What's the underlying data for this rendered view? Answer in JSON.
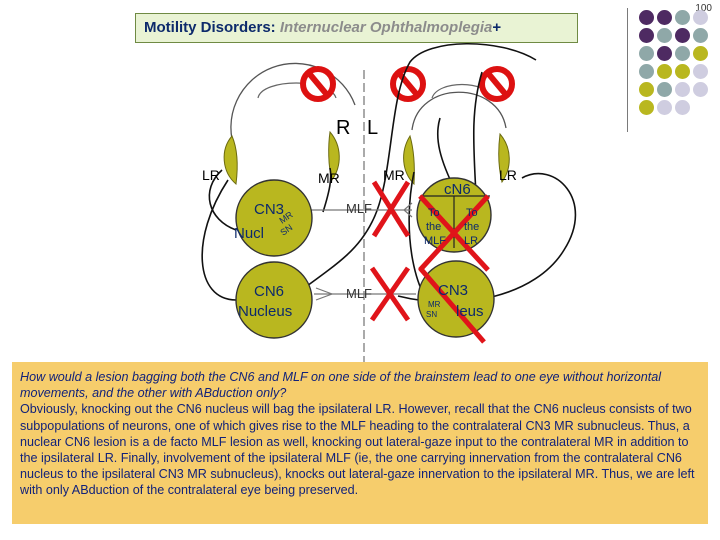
{
  "slide_number": "100",
  "title": {
    "main": "Motility Disorders:",
    "sub": "Internuclear Ophthalmoplegia",
    "plus": "+"
  },
  "colors": {
    "dot_purple": "#4e2a62",
    "dot_teal": "#8fa8a8",
    "dot_olive": "#b9b71f",
    "dot_lavender": "#cfcde0"
  },
  "diagram": {
    "side_right": "R",
    "side_left": "L",
    "lr_left": "LR",
    "mr_left": "MR",
    "mr_right": "MR",
    "lr_right": "LR",
    "cn3_left": {
      "line1": "CN3",
      "line2": "Nucl",
      "sub1": "MR",
      "sub2": "SN"
    },
    "cn6_left": {
      "line1": "CN6",
      "line2": "Nucleus"
    },
    "mlf_upper": "MLF",
    "mlf_lower": "MLF",
    "cn6_right": {
      "title": "cN6",
      "col1_l1": "To",
      "col1_l2": "the",
      "col1_l3": "MLF",
      "col2_l1": "To",
      "col2_l2": "the",
      "col2_l3": "LR"
    },
    "cn3_right": {
      "line1": "CN3",
      "line2": "leus",
      "sub1": "MR",
      "sub2": "SN"
    }
  },
  "text": {
    "question": "How would a lesion bagging both the CN6 and MLF on one side of the brainstem lead to one eye without horizontal movements, and the other with ABduction only?",
    "answer": "Obviously, knocking out the CN6 nucleus will bag the ipsilateral LR. However, recall that the CN6 nucleus consists of two subpopulations of neurons, one of which gives rise to the MLF heading to the contralateral CN3 MR subnucleus. Thus, a nuclear CN6 lesion is a de facto MLF lesion as well, knocking out lateral-gaze input to the contralateral MR in addition to the ipsilateral LR. Finally, involvement of the ipsilateral MLF (ie, the one carrying innervation from the contralateral CN6 nucleus to the ipsilateral CN3 MR subnucleus), knocks out lateral-gaze innervation to the ipsilateral MR. Thus, we are left with only ABduction of the contralateral eye being preserved."
  }
}
